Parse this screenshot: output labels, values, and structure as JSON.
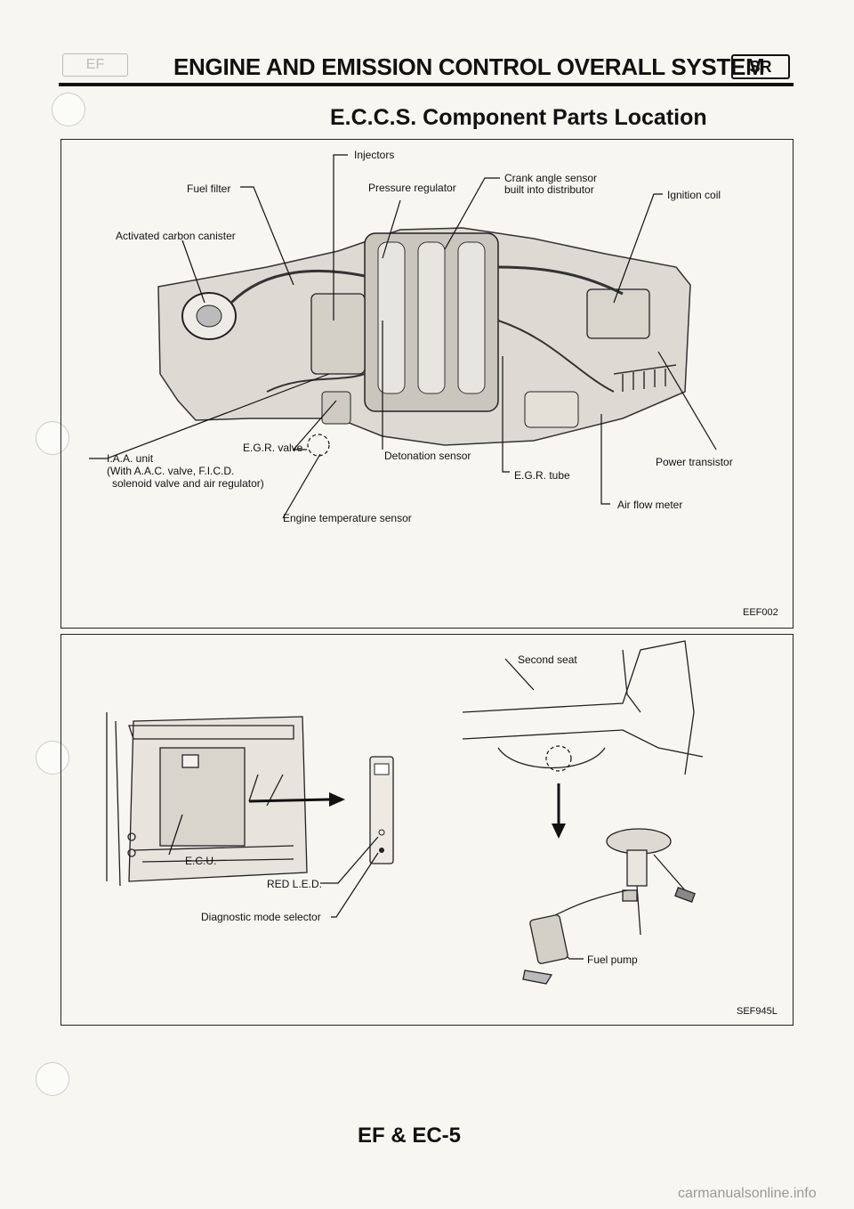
{
  "header": {
    "left_tag": "EF",
    "title": "ENGINE AND EMISSION CONTROL OVERALL SYSTEM",
    "right_tag": "SR"
  },
  "section_title": "E.C.C.S. Component Parts Location",
  "figure1": {
    "code": "EEF002",
    "labels": {
      "injectors": "Injectors",
      "pressure_regulator": "Pressure regulator",
      "crank_angle_sensor_1": "Crank angle sensor",
      "crank_angle_sensor_2": "built into distributor",
      "fuel_filter": "Fuel filter",
      "ignition_coil": "Ignition coil",
      "activated_carbon_canister": "Activated carbon canister",
      "iaa_unit": "I.A.A. unit",
      "iaa_unit_2": "(With A.A.C. valve, F.I.C.D.",
      "iaa_unit_3": "solenoid valve and air regulator)",
      "egr_valve": "E.G.R. valve",
      "detonation_sensor": "Detonation sensor",
      "power_transistor": "Power transistor",
      "egr_tube": "E.G.R. tube",
      "air_flow_meter": "Air flow meter",
      "engine_temperature_sensor": "Engine temperature sensor"
    }
  },
  "figure2": {
    "code": "SEF945L",
    "labels": {
      "second_seat": "Second seat",
      "ecu": "E.C.U.",
      "red_led": "RED L.E.D.",
      "diagnostic_mode_selector": "Diagnostic mode selector",
      "fuel_pump": "Fuel pump"
    }
  },
  "footer": "EF & EC-5",
  "watermark": "carmanualsonline.info"
}
